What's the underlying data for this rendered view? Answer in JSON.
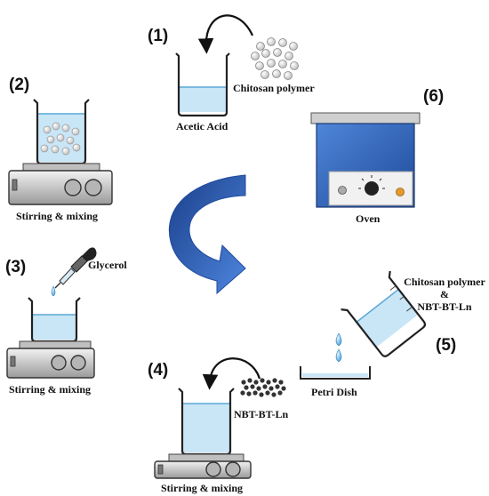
{
  "steps": {
    "s1": "(1)",
    "s2": "(2)",
    "s3": "(3)",
    "s4": "(4)",
    "s5": "(5)",
    "s6": "(6)"
  },
  "labels": {
    "acetic_acid": "Acetic Acid",
    "chitosan_polymer": "Chitosan polymer",
    "stirring_2": "Stirring & mixing",
    "stirring_3": "Stirring & mixing",
    "stirring_4": "Stirring & mixing",
    "glycerol": "Glycerol",
    "oven": "Oven",
    "nbt_powder": "NBT-BT-Ln",
    "petri_dish": "Petri Dish",
    "mix_line1": "Chitosan polymer",
    "mix_line2": "&",
    "mix_line3": "NBT-BT-Ln"
  },
  "colors": {
    "liquid": "#c9e6f7",
    "liquid_line": "#5aa7d6",
    "oven_body": "#3465b8",
    "arrow": "#2f5fb3",
    "hotplate": "#d8d8d8"
  },
  "icons": [
    "beaker-icon",
    "hotplate-icon",
    "dropper-icon",
    "oven-icon",
    "petri-dish-icon",
    "curved-arrow-icon"
  ]
}
